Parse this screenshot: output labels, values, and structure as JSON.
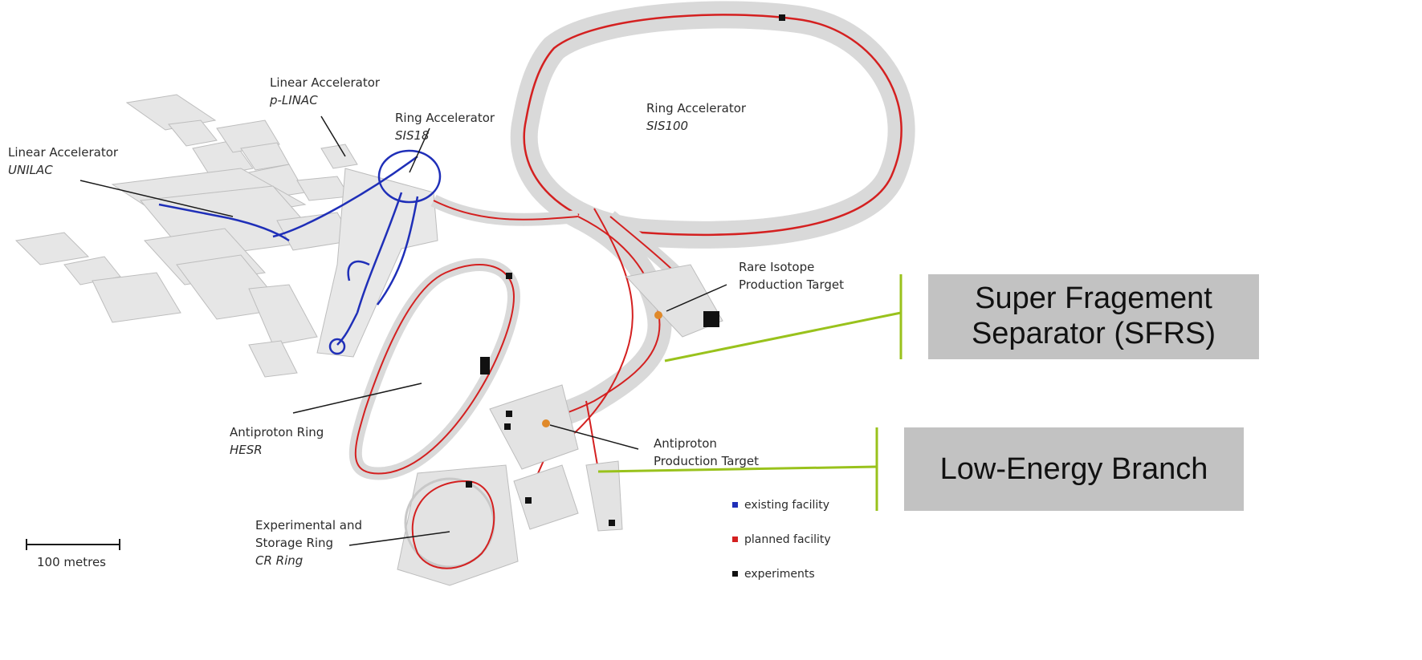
{
  "labels": {
    "unilac": {
      "title": "Linear Accelerator",
      "sub": "UNILAC"
    },
    "plinac": {
      "title": "Linear Accelerator",
      "sub": "p-LINAC"
    },
    "sis18": {
      "title": "Ring Accelerator",
      "sub": "SIS18"
    },
    "sis100": {
      "title": "Ring Accelerator",
      "sub": "SIS100"
    },
    "rare_isotope": {
      "line1": "Rare Isotope",
      "line2": "Production Target"
    },
    "antiproton_target": {
      "line1": "Antiproton",
      "line2": "Production Target"
    },
    "hesr": {
      "title": "Antiproton Ring",
      "sub": "HESR"
    },
    "cr_ring": {
      "line1": "Experimental and",
      "line2": "Storage Ring",
      "sub": "CR Ring"
    }
  },
  "callouts": {
    "sfrs": {
      "line1": "Super Fragement",
      "line2": "Separator (SFRS)"
    },
    "leb": {
      "text": "Low-Energy Branch"
    }
  },
  "legend": [
    {
      "label": "existing facility",
      "color": "#1f2fb8"
    },
    {
      "label": "planned facility",
      "color": "#d42020"
    },
    {
      "label": "experiments",
      "color": "#111111"
    }
  ],
  "scale": {
    "label": "100 metres"
  },
  "colors": {
    "existing": "#1f2fb8",
    "planned": "#d42020",
    "building": "#e4e4e4",
    "callout_line": "#99c21c",
    "callout_box": "#c2c2c2"
  }
}
